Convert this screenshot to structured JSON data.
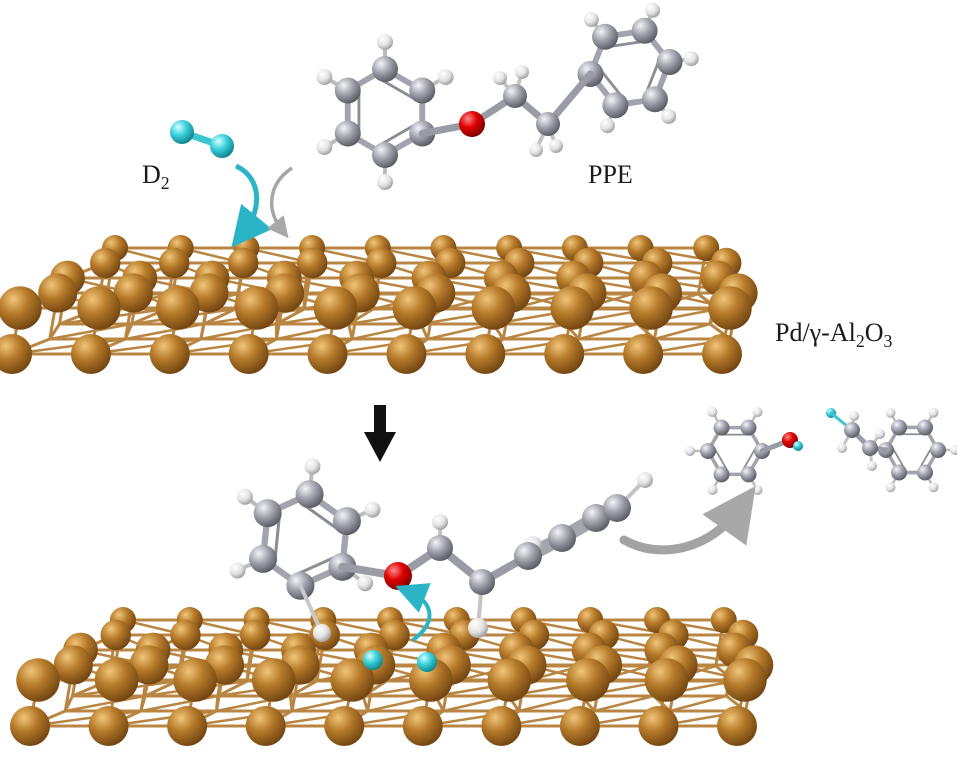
{
  "labels": {
    "d2": {
      "main": "D",
      "sub": "2"
    },
    "ppe": "PPE",
    "catalyst": {
      "a": "Pd/γ-Al",
      "s1": "2",
      "b": "O",
      "s2": "3"
    }
  },
  "colors": {
    "pd_light": "#d9a14a",
    "pd_mid": "#b67a2a",
    "pd_dark": "#6e4210",
    "pd_bond": "#b88642",
    "carbon_light": "#ecedf2",
    "carbon_mid": "#9c9ea8",
    "carbon_dark": "#5a5c66",
    "hydrogen_light": "#ffffff",
    "hydrogen_dark": "#a8a8a8",
    "oxygen_light": "#ff6060",
    "oxygen_dark": "#8a0000",
    "deuterium_light": "#b8fbff",
    "deuterium_dark": "#0e8e98",
    "arrow_cyan": "#2bb4c6",
    "arrow_gray": "#9a9a9a",
    "arrow_black": "#111111"
  },
  "icons": {
    "reaction_arrow": "down-arrow-icon",
    "adsorption_arrows": "curved-arrow-icon",
    "desorption_arrow": "curved-arrow-icon"
  }
}
